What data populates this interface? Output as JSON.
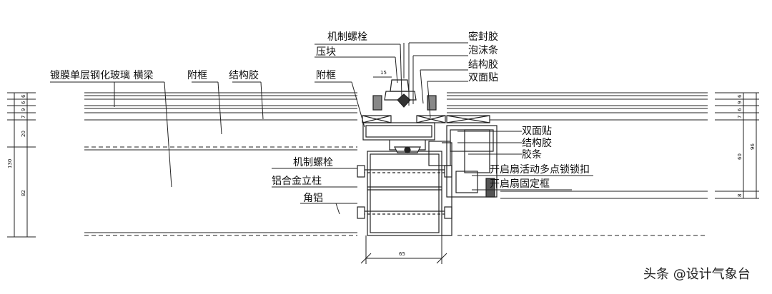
{
  "labels": {
    "glass_beam": "镀膜单层钢化玻璃 横梁",
    "subframe_left": "附框",
    "structural_glue_left": "结构胶",
    "subframe_center": "附框",
    "machine_bolt_top": "机制螺栓",
    "press_block": "压块",
    "sealant": "密封胶",
    "foam_strip": "泡沫条",
    "structural_glue_right": "结构胶",
    "double_tape_top": "双面贴",
    "double_tape_mid": "双面贴",
    "structural_glue_mid": "结构胶",
    "rubber_strip": "胶条",
    "machine_bolt_left": "机制螺栓",
    "aluminum_column": "铝合金立柱",
    "angle_aluminum": "角铝",
    "sash_lock": "开启扇活动多点锁锁扣",
    "sash_fixed_frame": "开启扇固定框"
  },
  "dimensions": {
    "left_stack": [
      "6",
      "6",
      "9",
      "7",
      "20",
      "130",
      "82"
    ],
    "right_stack": [
      "6",
      "9",
      "6",
      "7",
      "96",
      "60",
      "8"
    ],
    "bottom_width": "65",
    "top_small": "15"
  },
  "watermark": "头条 @设计气象台"
}
